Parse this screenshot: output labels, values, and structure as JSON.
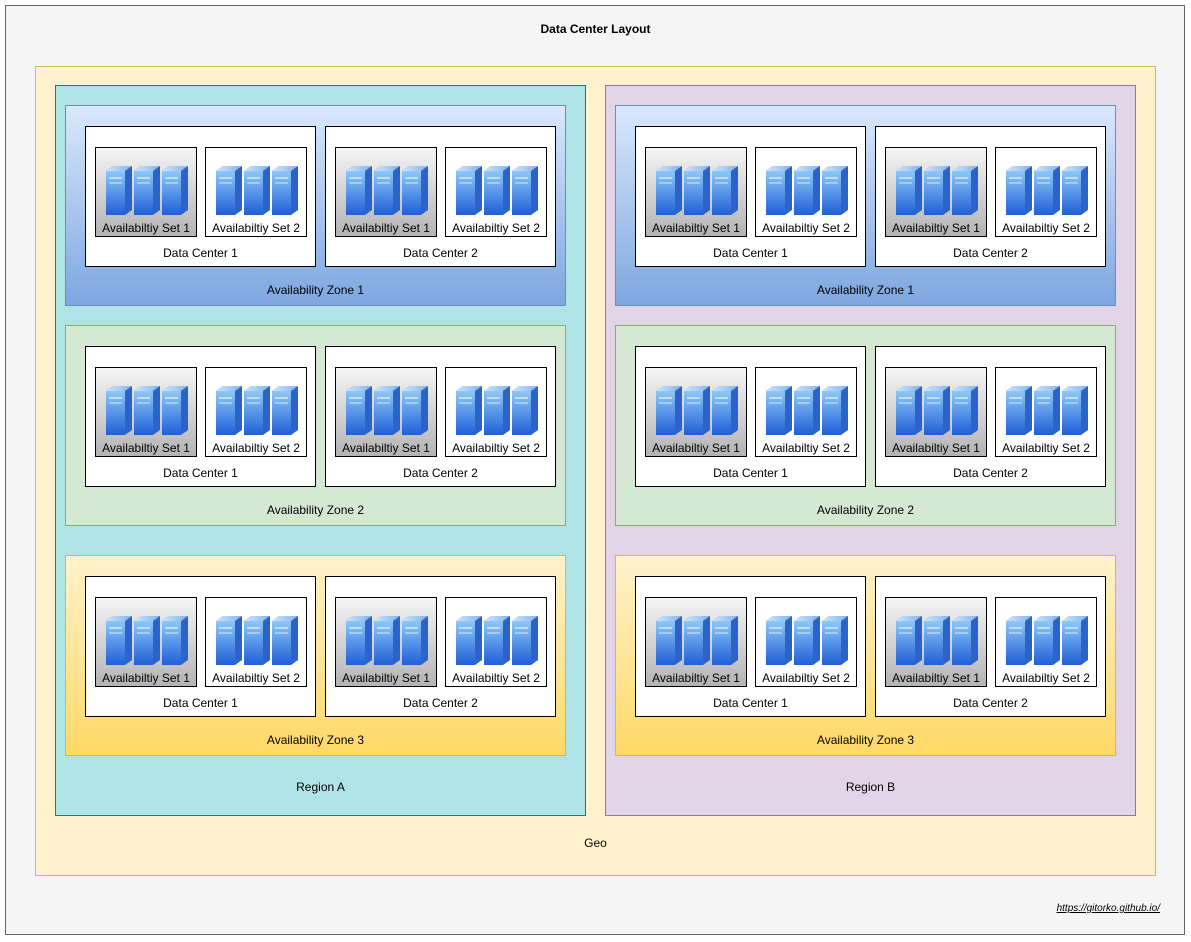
{
  "title": "Data Center Layout",
  "geo_label": "Geo",
  "footer_link": "https://gitorko.github.io/",
  "regions": [
    {
      "label": "Region A",
      "zones": [
        {
          "label": "Availability Zone 1",
          "data_centers": [
            {
              "label": "Data Center 1",
              "sets": [
                "Availabiltiy Set 1",
                "Availabiltiy Set 2"
              ]
            },
            {
              "label": "Data Center 2",
              "sets": [
                "Availabiltiy Set 1",
                "Availabiltiy Set 2"
              ]
            }
          ]
        },
        {
          "label": "Availability Zone 2",
          "data_centers": [
            {
              "label": "Data Center 1",
              "sets": [
                "Availabiltiy Set 1",
                "Availabiltiy Set 2"
              ]
            },
            {
              "label": "Data Center 2",
              "sets": [
                "Availabiltiy Set 1",
                "Availabiltiy Set 2"
              ]
            }
          ]
        },
        {
          "label": "Availability Zone 3",
          "data_centers": [
            {
              "label": "Data Center 1",
              "sets": [
                "Availabiltiy Set 1",
                "Availabiltiy Set 2"
              ]
            },
            {
              "label": "Data Center 2",
              "sets": [
                "Availabiltiy Set 1",
                "Availabiltiy Set 2"
              ]
            }
          ]
        }
      ]
    },
    {
      "label": "Region B",
      "zones": [
        {
          "label": "Availability Zone 1",
          "data_centers": [
            {
              "label": "Data Center 1",
              "sets": [
                "Availabiltiy Set 1",
                "Availabiltiy Set 2"
              ]
            },
            {
              "label": "Data Center 2",
              "sets": [
                "Availabiltiy Set 1",
                "Availabiltiy Set 2"
              ]
            }
          ]
        },
        {
          "label": "Availability Zone 2",
          "data_centers": [
            {
              "label": "Data Center 1",
              "sets": [
                "Availabiltiy Set 1",
                "Availabiltiy Set 2"
              ]
            },
            {
              "label": "Data Center 2",
              "sets": [
                "Availabiltiy Set 1",
                "Availabiltiy Set 2"
              ]
            }
          ]
        },
        {
          "label": "Availability Zone 3",
          "data_centers": [
            {
              "label": "Data Center 1",
              "sets": [
                "Availabiltiy Set 1",
                "Availabiltiy Set 2"
              ]
            },
            {
              "label": "Data Center 2",
              "sets": [
                "Availabiltiy Set 1",
                "Availabiltiy Set 2"
              ]
            }
          ]
        }
      ]
    }
  ],
  "icons": {
    "server": "server-rack-icon"
  },
  "colors": {
    "region_a_fill": "#b0e3e6",
    "region_b_fill": "#e1d5e7",
    "geo_fill": "#fff2cc",
    "server_blue": "#2f7fe8"
  }
}
